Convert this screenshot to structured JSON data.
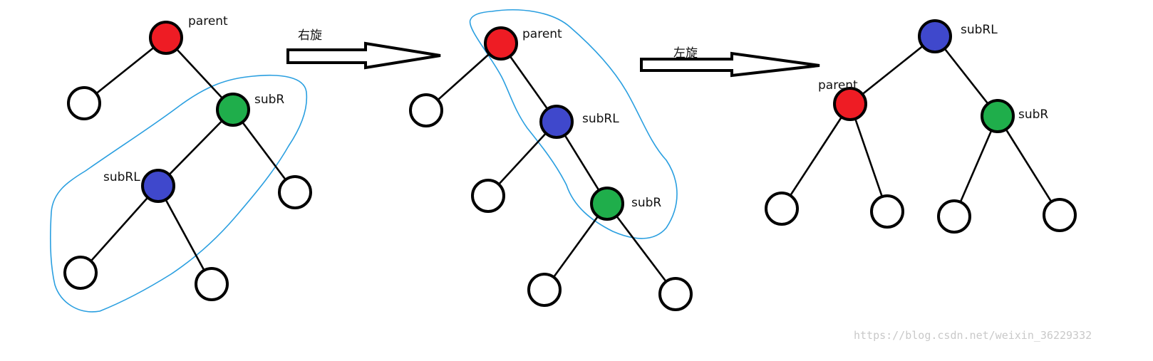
{
  "colors": {
    "parent": "#ee1c24",
    "subR": "#1fae4b",
    "subRL": "#3f48cc",
    "empty": "#ffffff",
    "outline": "#2a9fe0"
  },
  "labels": {
    "parent": "parent",
    "subR": "subR",
    "subRL": "subRL",
    "right_rotate": "右旋",
    "left_rotate": "左旋"
  },
  "watermark": "https://blog.csdn.net/weixin_36229332"
}
